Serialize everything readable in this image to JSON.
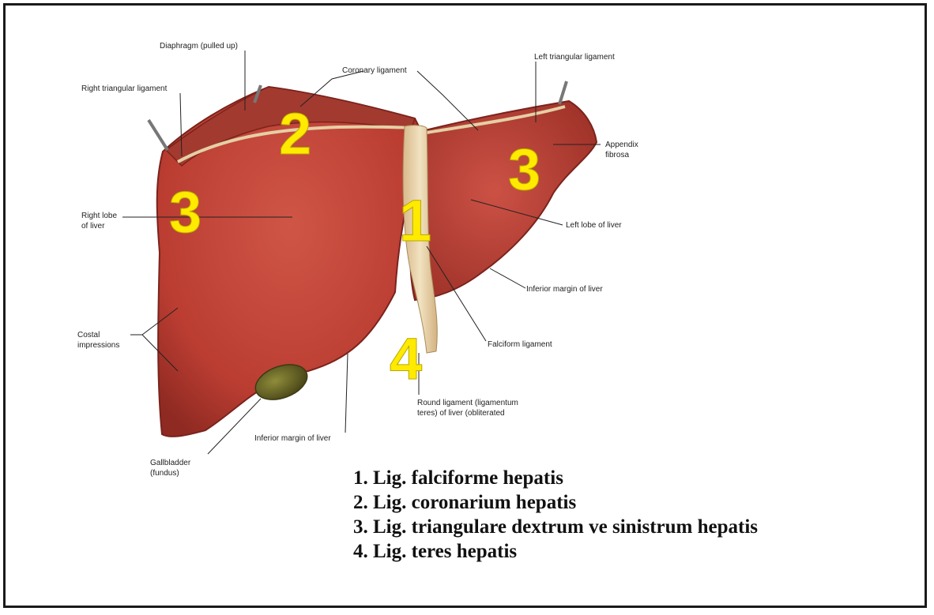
{
  "labels": {
    "diaphragm": "Diaphragm (pulled up)",
    "coronary": "Coronary ligament",
    "left_triangular": "Left triangular ligament",
    "right_triangular": "Right triangular ligament",
    "appendix": "Appendix\nfibrosa",
    "right_lobe": "Right lobe\nof liver",
    "left_lobe": "Left lobe of liver",
    "inferior_margin_right": "Inferior margin of liver",
    "inferior_margin_left": "Inferior margin of liver",
    "falciform": "Falciform ligament",
    "costal": "Costal\nimpressions",
    "round_ligament": "Round ligament (ligamentum\nteres) of liver (obliterated",
    "gallbladder": "Gallbladder\n(fundus)"
  },
  "numbers": {
    "falciform": "1",
    "coronary": "2",
    "triangular_right": "3",
    "triangular_left": "3",
    "teres": "4"
  },
  "legend": [
    "1. Lig. falciforme hepatis",
    "2. Lig. coronarium hepatis",
    "3. Lig. triangulare dextrum ve sinistrum hepatis",
    "4. Lig. teres hepatis"
  ],
  "colors": {
    "liver": "#c0443a",
    "liver_dark": "#8f2a22",
    "ligament": "#e9d3ab",
    "gallbladder": "#6b6a2a",
    "number_yellow": "#ffea00"
  }
}
